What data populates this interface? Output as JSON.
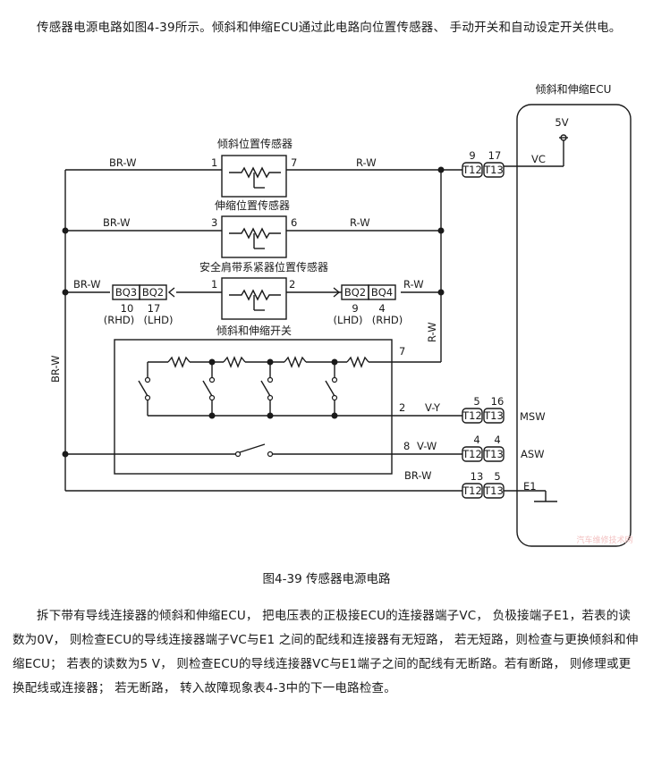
{
  "intro_paragraph": "传感器电源电路如图4-39所示。倾斜和伸缩ECU通过此电路向位置传感器、 手动开关和自动设定开关供电。",
  "figure": {
    "caption": "图4-39  传感器电源电路",
    "ecu_label": "倾斜和伸缩ECU",
    "power_label": "5V",
    "watermark": "汽车维修技术网",
    "components": {
      "tilt_sensor": "倾斜位置传感器",
      "telescopic_sensor": "伸缩位置传感器",
      "belt_sensor": "安全肩带系紧器位置传感器",
      "switch": "倾斜和伸缩开关"
    },
    "wire_colors": {
      "br_w_1": "BR-W",
      "br_w_2": "BR-W",
      "br_w_3": "BR-W",
      "br_w_left": "BR-W",
      "br_w_bottom": "BR-W",
      "r_w_1": "R-W",
      "r_w_2": "R-W",
      "r_w_3": "R-W",
      "r_w_vertical": "R-W",
      "v_y": "V-Y",
      "v_w": "V-W"
    },
    "pins": {
      "tilt_left": "1",
      "tilt_right": "7",
      "tele_left": "3",
      "tele_right": "6",
      "belt_left": "1",
      "belt_right": "2",
      "switch_out": "7",
      "switch_msw": "2",
      "switch_asw": "8",
      "vc_t12": "9",
      "vc_t13": "17",
      "msw_t12": "5",
      "msw_t13": "16",
      "asw_t12": "4",
      "asw_t13": "4",
      "e1_t12": "13",
      "e1_t13": "5",
      "bq_left_rhd": "10",
      "bq_left_lhd": "17",
      "bq_right_lhd": "9",
      "bq_right_rhd": "4"
    },
    "connectors": {
      "t12": "T12",
      "t13": "T13",
      "bq3": "BQ3",
      "bq2": "BQ2",
      "bq4": "BQ4"
    },
    "variants": {
      "rhd": "(RHD)",
      "lhd": "(LHD)"
    },
    "terminals": {
      "vc": "VC",
      "msw": "MSW",
      "asw": "ASW",
      "e1": "E1"
    }
  },
  "body_paragraph": "拆下带有导线连接器的倾斜和伸缩ECU， 把电压表的正极接ECU的连接器端子VC， 负极接端子E1，若表的读数为0V， 则检查ECU的导线连接器端子VC与E1 之间的配线和连接器有无短路， 若无短路，则检查与更换倾斜和伸缩ECU； 若表的读数为5 V， 则检查ECU的导线连接器VC与E1端子之间的配线有无断路。若有断路， 则修理或更换配线或连接器； 若无断路， 转入故障现象表4-3中的下一电路检查。"
}
